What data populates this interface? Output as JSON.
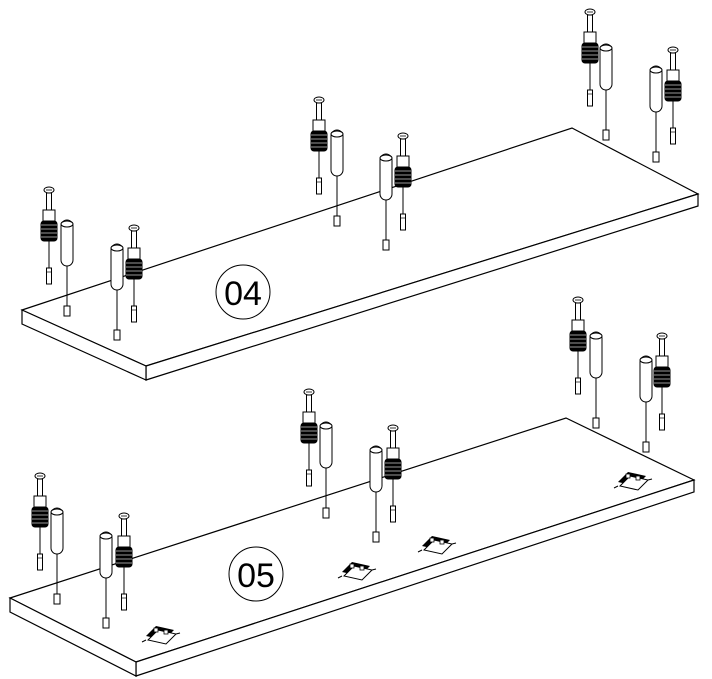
{
  "steps": [
    {
      "id": "step-04",
      "label": "04"
    },
    {
      "id": "step-05",
      "label": "05"
    }
  ],
  "colors": {
    "line": "#000000",
    "background": "#ffffff"
  }
}
